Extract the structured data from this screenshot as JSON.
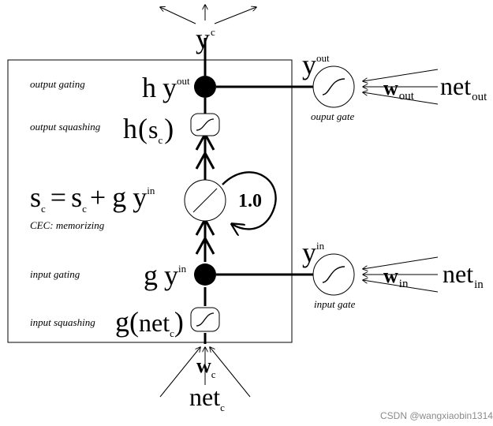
{
  "labels": {
    "output_gating": "output gating",
    "output_squashing": "output squashing",
    "cec": "CEC: memorizing",
    "input_gating": "input gating",
    "input_squashing": "input squashing",
    "output_gate": "ouput gate",
    "input_gate": "input gate",
    "self_loop_weight": "1.0",
    "watermark": "CSDN @wangxiaobin1314"
  },
  "symbols": {
    "y": "y",
    "h": "h",
    "g": "g",
    "s": "s",
    "w": "w",
    "net": "net",
    "plus": "+",
    "equals": "=",
    "open_paren": "(",
    "close_paren": ")",
    "sub_c": "c",
    "sup_c": "c",
    "sup_out": "out",
    "sup_in": "in",
    "sub_out": "out",
    "sub_in": "in"
  }
}
